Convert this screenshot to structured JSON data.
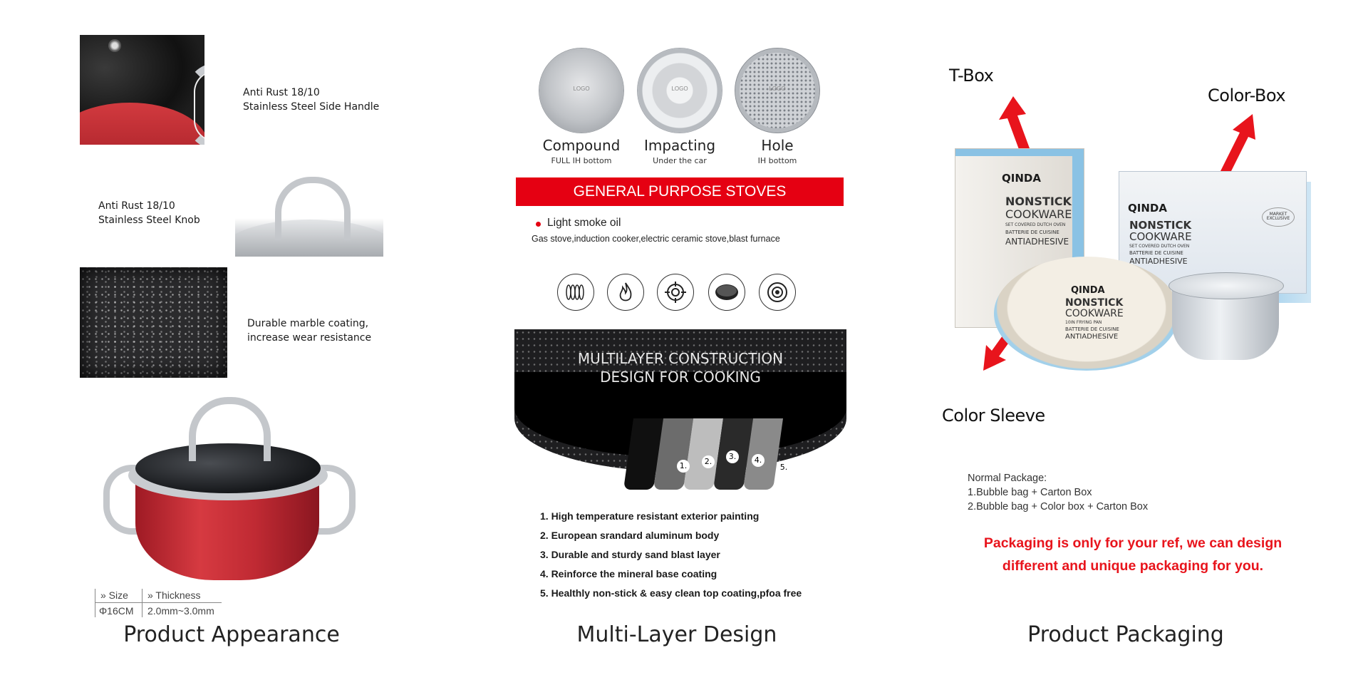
{
  "column1": {
    "features": [
      {
        "line1": "Anti Rust 18/10",
        "line2": "Stainless Steel Side Handle"
      },
      {
        "line1": "Anti Rust 18/10",
        "line2": "Stainless Steel Knob"
      },
      {
        "line1": "Durable marble coating,",
        "line2": "increase wear resistance"
      }
    ],
    "spec_table": {
      "size_header": "» Size",
      "thickness_header": "» Thickness",
      "size_value": "Φ16CM",
      "thickness_value": "2.0mm~3.0mm"
    },
    "caption": "Product Appearance"
  },
  "column2": {
    "discs": [
      {
        "label": "Compound",
        "sub": "FULL IH bottom",
        "logo": "LOGO"
      },
      {
        "label": "Impacting",
        "sub": "Under the car",
        "logo": "LOGO"
      },
      {
        "label": "Hole",
        "sub": "IH bottom",
        "logo": "LOGO"
      }
    ],
    "banner": "GENERAL PURPOSE STOVES",
    "bullet": "Light smoke oil",
    "stoves_line": "Gas stove,induction cooker,electric ceramic stove,blast furnace",
    "stove_icons": [
      "coil-stove-icon",
      "flame-icon",
      "gas-burner-icon",
      "hot-plate-icon",
      "induction-icon"
    ],
    "cross_section_title_line1": "MULTILAYER CONSTRUCTION",
    "cross_section_title_line2": "DESIGN FOR COOKING",
    "layer_numbers": [
      "1.",
      "2.",
      "3.",
      "4.",
      "5."
    ],
    "layers": [
      "1. High temperature resistant exterior painting",
      "2. European srandard aluminum body",
      "3. Durable and sturdy sand blast layer",
      "4. Reinforce the mineral base coating",
      "5. Healthly non-stick & easy clean top coating,pfoa free"
    ],
    "caption": "Multi-Layer Design"
  },
  "column3": {
    "labels": {
      "tbox": "T-Box",
      "colorbox": "Color-Box",
      "sleeve": "Color Sleeve"
    },
    "brand": "QINDA",
    "tbox_text": {
      "l1": "NONSTICK",
      "l2": "COOKWARE",
      "l3": "SET COVERED DUTCH OVEN",
      "l4": "BATTERIE DE CUISINE",
      "l5": "ANTIADHESIVE"
    },
    "colorbox_text": {
      "l1": "NONSTICK",
      "l2": "COOKWARE",
      "l3": "SET COVERED DUTCH OVEN",
      "l4": "BATTERIE DE CUISINE",
      "l5": "ANTIADHESIVE"
    },
    "sleeve_text": {
      "l1": "NONSTICK",
      "l2": "COOKWARE",
      "l3": "10IN FRYING PAN",
      "l4": "BATTERIE DE CUISINE",
      "l5": "ANTIADHESIVE"
    },
    "market_badge": "MARKET EXCLUSIVE",
    "package_title": "Normal Package:",
    "package_lines": [
      "1.Bubble bag + Carton Box",
      "2.Bubble bag + Color box + Carton Box"
    ],
    "note_line1": "Packaging is only for your ref, we can design",
    "note_line2": "different and unique packaging for you.",
    "caption": "Product Packaging"
  },
  "colors": {
    "accent_red": "#e50012",
    "note_red": "#e8141c",
    "pot_red": "#c02a33",
    "box_blue": "#8ac2e4"
  }
}
